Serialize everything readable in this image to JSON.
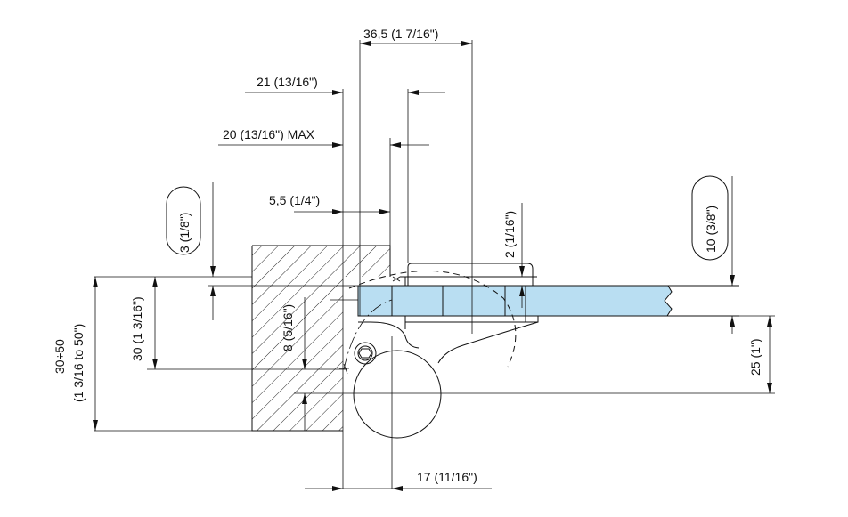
{
  "colors": {
    "glass": "#b9def2",
    "line": "#111111",
    "background": "#ffffff"
  },
  "dimensions": {
    "top_overall": "36,5 (1  7/16\")",
    "top_21": "21 (13/16\")",
    "top_20": "20 (13/16\") MAX",
    "top_5_5": "5,5 (1/4\")",
    "badge_3": "3 (1/8\")",
    "gap_2": "2 (1/16\")",
    "badge_10": "10 (3/8\")",
    "range_line1": "30÷50",
    "range_line2": "(1  3/16 to 50\")",
    "left_30": "30 (1  3/16\")",
    "left_8": "8 (5/16\")",
    "right_25": "25 (1\")",
    "bottom_17": "17 (11/16\")"
  }
}
